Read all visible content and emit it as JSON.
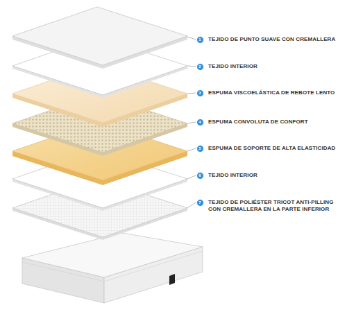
{
  "diagram": {
    "nodes": [
      {
        "text": [
          "1"
        ]
      },
      {
        "text": [
          "2"
        ]
      },
      {
        "text": [
          "3"
        ]
      },
      {
        "text": [
          "4"
        ]
      },
      {
        "text": [
          "5"
        ]
      },
      {
        "text": [
          "6"
        ]
      },
      {
        "text": [
          "7"
        ]
      }
    ],
    "labels": [
      "TEJIDO DE PUNTO SUAVE CON CREMALLERA",
      "TEJIDO INTERIOR",
      "ESPUMA VISCOELÁSTICA DE REBOTE LENTO",
      "ESPUMA CONVOLUTA DE CONFORT",
      "ESPUMA DE SOPORTE DE ALTA ELASTICIDAD",
      "TEJIDO INTERIOR",
      "TEJIDO DE POLIÉSTER TRICOT ANTI-PILLING CON CREMALLERA EN LA PARTE INFERIOR"
    ]
  }
}
